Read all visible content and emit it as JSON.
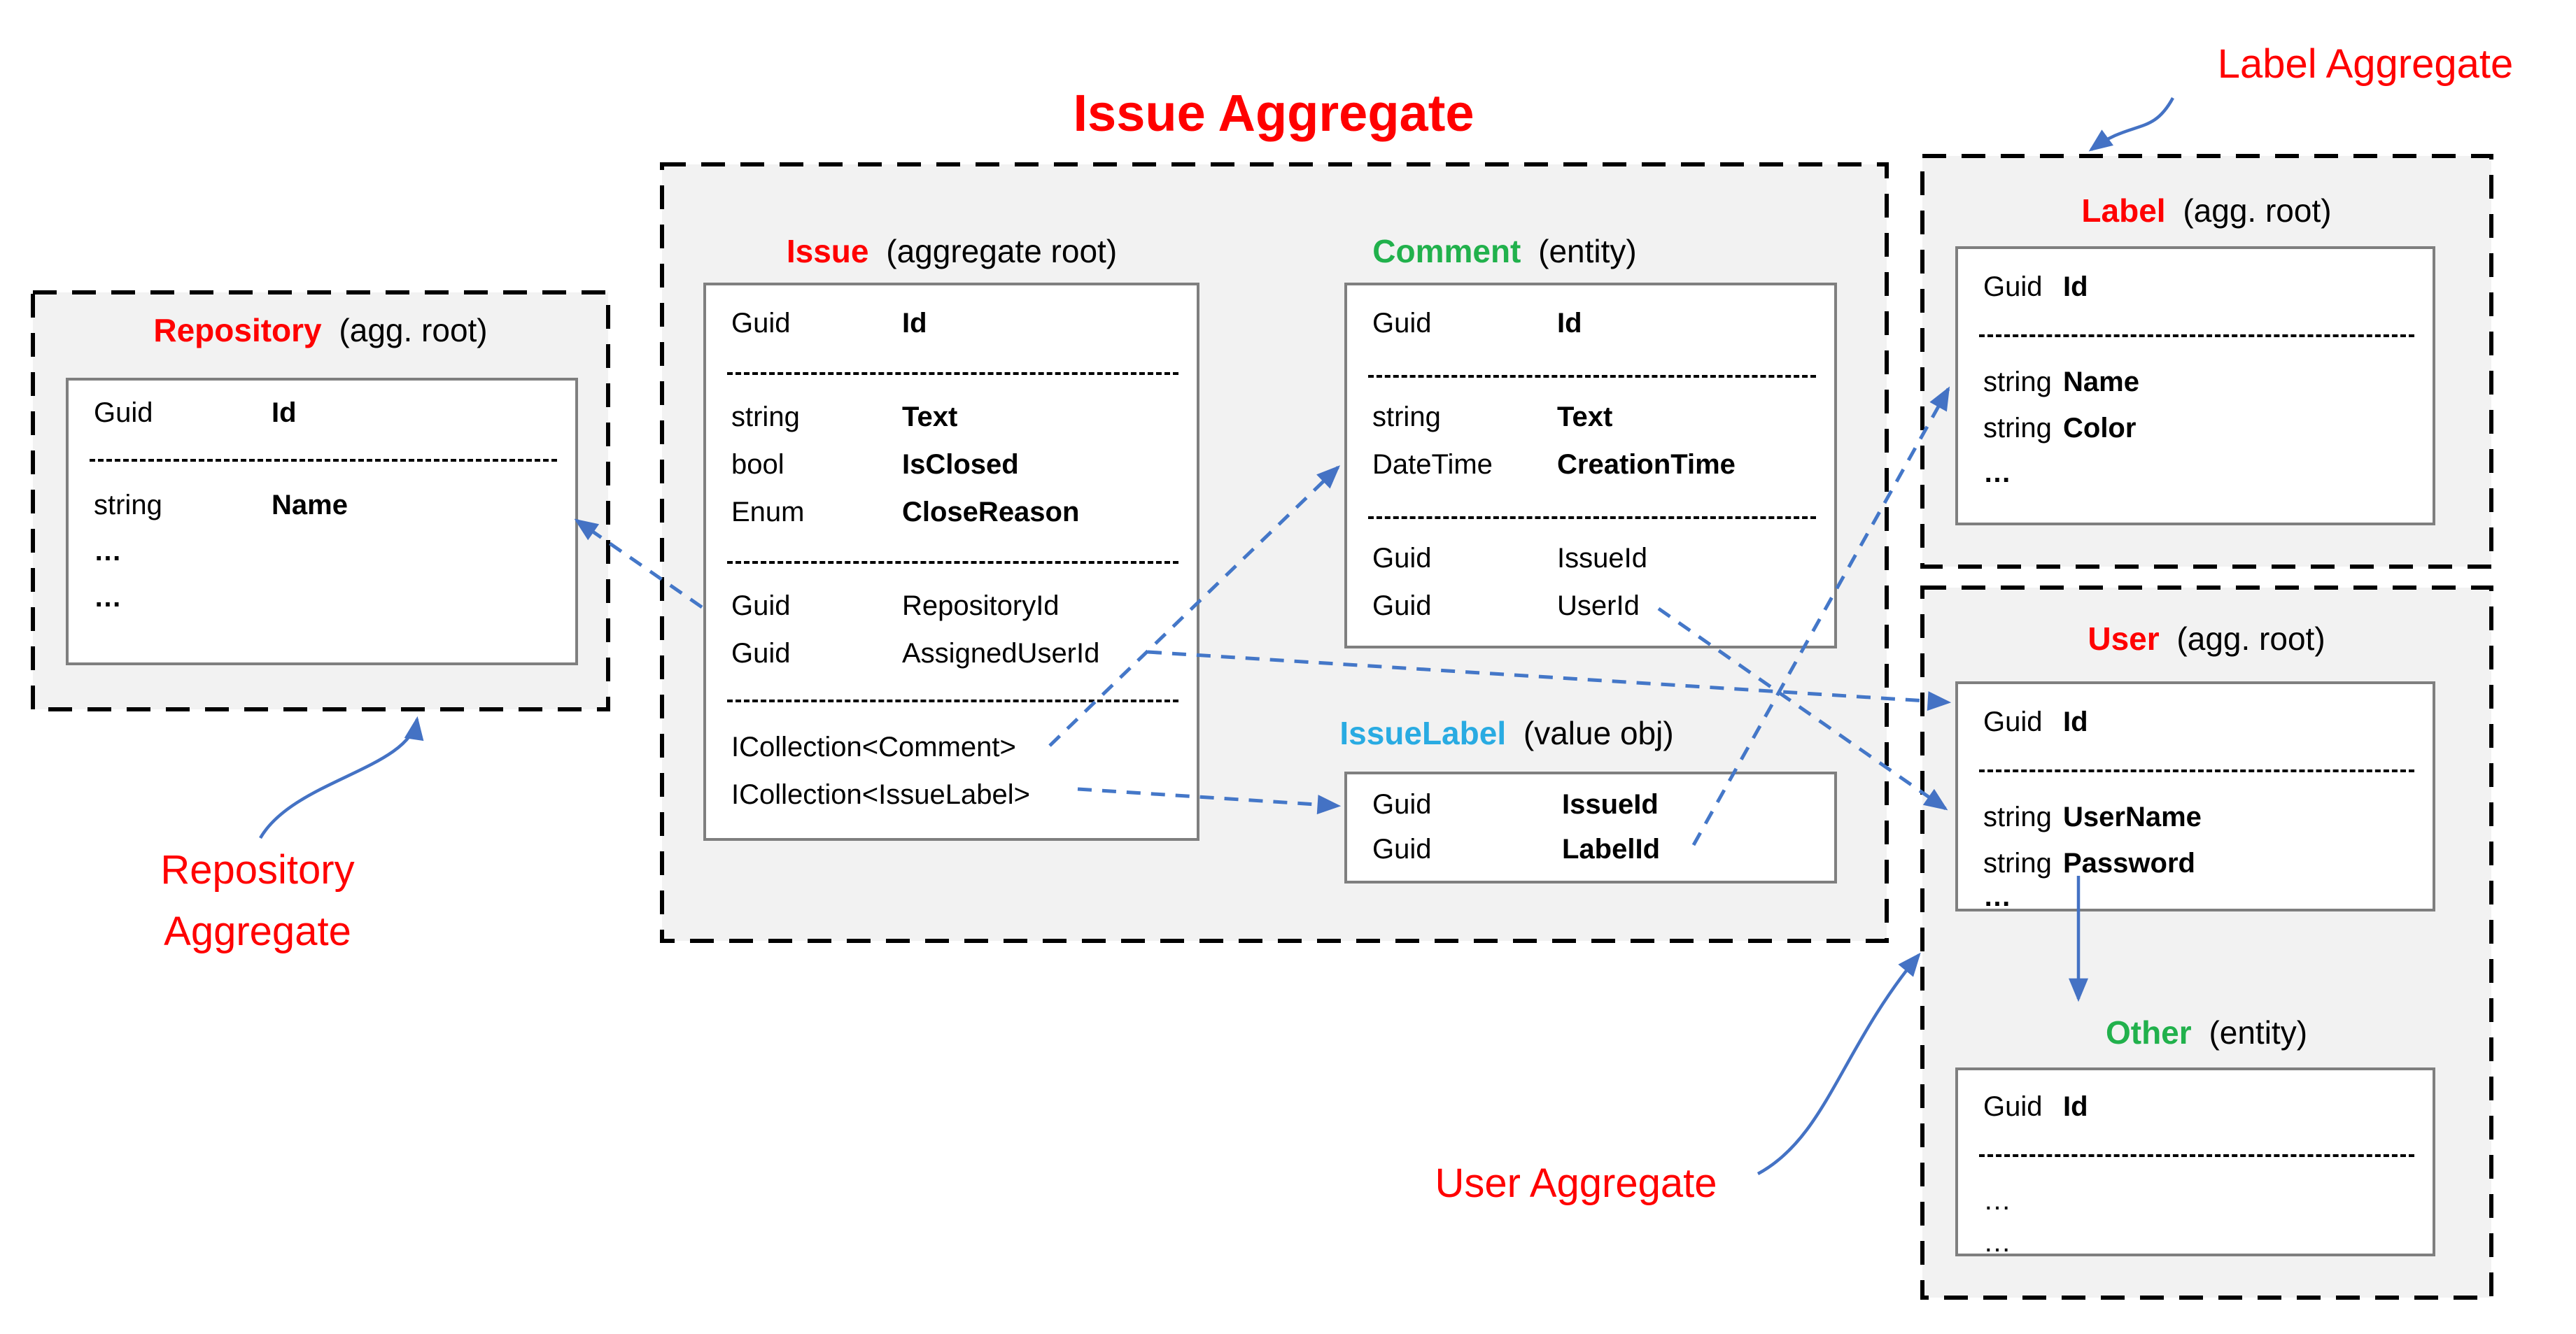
{
  "title": "Issue Aggregate",
  "annotations": {
    "label": "Label Aggregate",
    "repository_line1": "Repository",
    "repository_line2": "Aggregate",
    "user": "User Aggregate"
  },
  "colors": {
    "annotation_red": "#FF0000",
    "entity_green": "#21B14C",
    "value_obj_cyan": "#29ABE2",
    "arrow_blue": "#4472C4",
    "aggregate_fill": "#F2F2F2",
    "box_border_gray": "#7F7F7F"
  },
  "entities": {
    "repository": {
      "name": "Repository",
      "qualifier": "(agg. root)",
      "rows": [
        {
          "type": "Guid",
          "name": "Id"
        },
        {
          "sep": true
        },
        {
          "type": "string",
          "name": "Name"
        },
        {
          "text": "…"
        },
        {
          "text": "…"
        }
      ]
    },
    "issue": {
      "name": "Issue",
      "qualifier": "(aggregate root)",
      "rows": [
        {
          "type": "Guid",
          "name": "Id"
        },
        {
          "sep": true
        },
        {
          "type": "string",
          "name": "Text"
        },
        {
          "type": "bool",
          "name": "IsClosed"
        },
        {
          "type": "Enum",
          "name": "CloseReason"
        },
        {
          "sep": true
        },
        {
          "type": "Guid",
          "name": "RepositoryId"
        },
        {
          "type": "Guid",
          "name": "AssignedUserId"
        },
        {
          "sep": true
        },
        {
          "text": "ICollection<Comment>"
        },
        {
          "text": "ICollection<IssueLabel>"
        }
      ]
    },
    "comment": {
      "name": "Comment",
      "qualifier": "(entity)",
      "rows": [
        {
          "type": "Guid",
          "name": "Id"
        },
        {
          "sep": true
        },
        {
          "type": "string",
          "name": "Text"
        },
        {
          "type": "DateTime",
          "name": "CreationTime"
        },
        {
          "sep": true
        },
        {
          "type": "Guid",
          "name": "IssueId"
        },
        {
          "type": "Guid",
          "name": "UserId"
        }
      ]
    },
    "issue_label": {
      "name": "IssueLabel",
      "qualifier": "(value obj)",
      "rows": [
        {
          "type": "Guid",
          "name": "IssueId"
        },
        {
          "type": "Guid",
          "name": "LabelId"
        }
      ]
    },
    "label": {
      "name": "Label",
      "qualifier": "(agg. root)",
      "rows": [
        {
          "type": "Guid",
          "name": "Id"
        },
        {
          "sep": true
        },
        {
          "type": "string",
          "name": "Name"
        },
        {
          "type": "string",
          "name": "Color"
        },
        {
          "text": "…"
        }
      ]
    },
    "user": {
      "name": "User",
      "qualifier": "(agg. root)",
      "rows": [
        {
          "type": "Guid",
          "name": "Id"
        },
        {
          "sep": true
        },
        {
          "type": "string",
          "name": "UserName"
        },
        {
          "type": "string",
          "name": "Password"
        },
        {
          "text": "…"
        }
      ]
    },
    "other": {
      "name": "Other",
      "qualifier": "(entity)",
      "rows": [
        {
          "type": "Guid",
          "name": "Id"
        },
        {
          "sep": true
        },
        {
          "text": "…"
        },
        {
          "text": "…"
        }
      ]
    }
  }
}
